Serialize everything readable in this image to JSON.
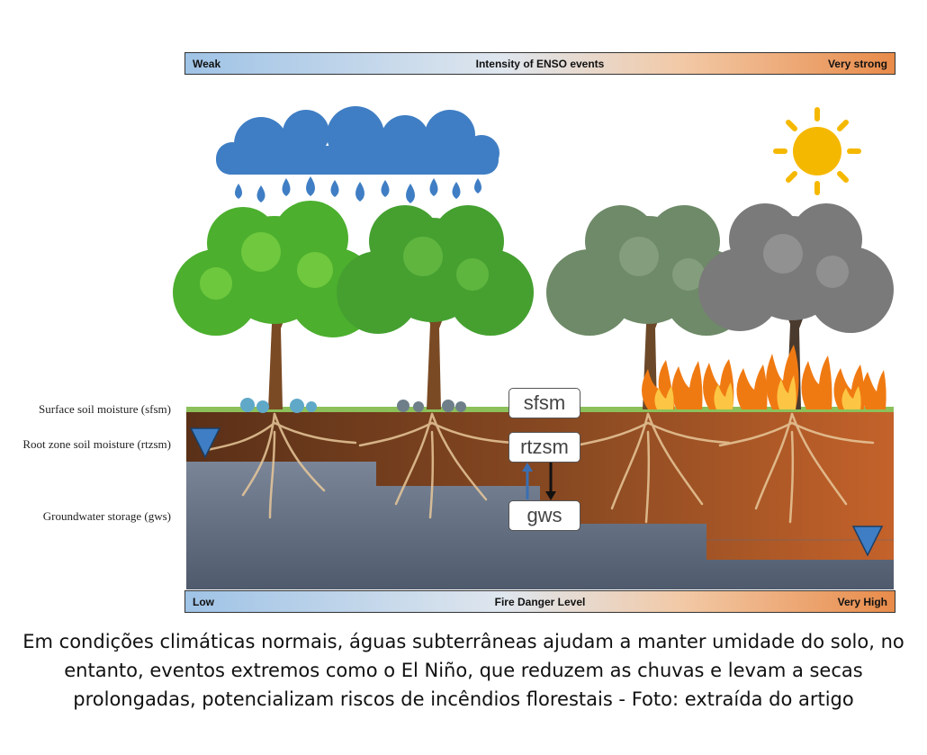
{
  "top_bar": {
    "left": "Weak",
    "center": "Intensity of ENSO events",
    "right": "Very strong"
  },
  "bottom_bar": {
    "left": "Low",
    "center": "Fire Danger Level",
    "right": "Very High"
  },
  "layer_labels": {
    "sfsm": "Surface soil moisture (sfsm)",
    "rtzsm": "Root zone soil moisture (rtzsm)",
    "gws": "Groundwater storage (gws)"
  },
  "boxes": {
    "sfsm": "sfsm",
    "rtzsm": "rtzsm",
    "gws": "gws"
  },
  "caption": "Em condições climáticas normais, águas subterrâneas ajudam a manter umidade do solo, no entanto, eventos extremos como o El Niño, que reduzem as chuvas e levam a secas prolongadas, potencializam riscos de incêndios florestais - Foto: extraída do artigo",
  "icons": [
    "rain-cloud-icon",
    "sun-icon",
    "flames-icon",
    "water-table-marker-icon"
  ],
  "colors": {
    "cloud": "#3f7ec4",
    "sun": "#f5b800",
    "grass": "#8cc05a",
    "soil_dark": "#6b3a1e",
    "soil_orange": "#c8682a",
    "groundwater": "#6d7a8e",
    "tree_green": "#4caf2e",
    "tree_dry": "#6e8a68",
    "tree_dead": "#7a7a7a",
    "fire": "#f07a12"
  }
}
